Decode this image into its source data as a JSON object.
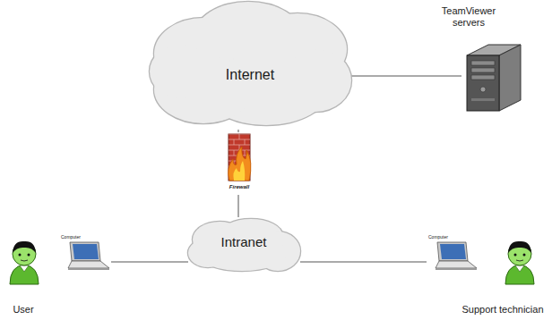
{
  "diagram": {
    "nodes": [
      {
        "text": [
          "Internet"
        ]
      },
      {
        "text": [
          "TeamViewer servers"
        ]
      },
      {
        "text": [
          "Firewall"
        ]
      },
      {
        "text": [
          "Intranet"
        ]
      },
      {
        "text": [
          "Computer"
        ]
      },
      {
        "text": [
          "Computer"
        ]
      },
      {
        "text": [
          "User"
        ]
      },
      {
        "text": [
          "Support technician"
        ]
      }
    ],
    "edges": [
      {
        "from": 0,
        "to": 1,
        "arrow": "none"
      },
      {
        "from": 0,
        "to": 2,
        "arrow": "none"
      },
      {
        "from": 2,
        "to": 3,
        "arrow": "none"
      },
      {
        "from": 4,
        "to": 3,
        "arrow": "none"
      },
      {
        "from": 3,
        "to": 5,
        "arrow": "none"
      }
    ]
  }
}
